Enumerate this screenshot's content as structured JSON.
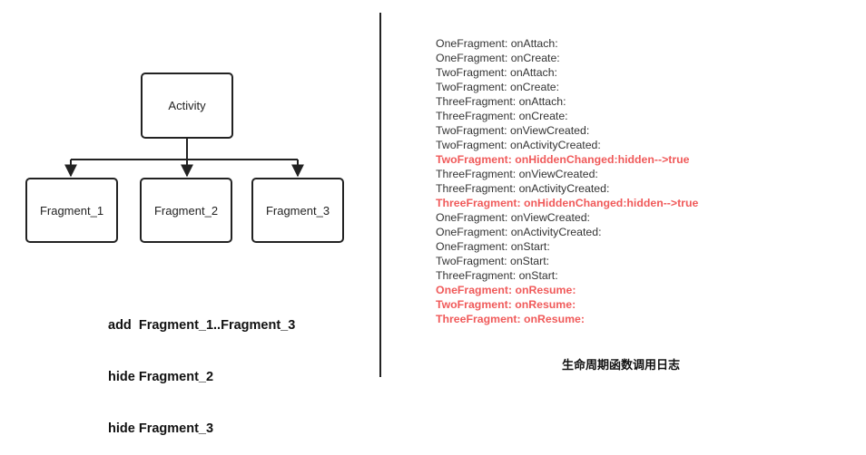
{
  "diagram": {
    "root": {
      "label": "Activity"
    },
    "children": [
      {
        "label": "Fragment_1"
      },
      {
        "label": "Fragment_2"
      },
      {
        "label": "Fragment_3"
      }
    ]
  },
  "notes": [
    "add  Fragment_1..Fragment_3",
    "hide Fragment_2",
    "hide Fragment_3"
  ],
  "log": {
    "highlight_color": "#f05a5a",
    "lines": [
      {
        "text": "OneFragment: onAttach:",
        "highlight": false
      },
      {
        "text": "OneFragment: onCreate:",
        "highlight": false
      },
      {
        "text": "TwoFragment: onAttach:",
        "highlight": false
      },
      {
        "text": "TwoFragment: onCreate:",
        "highlight": false
      },
      {
        "text": "ThreeFragment: onAttach:",
        "highlight": false
      },
      {
        "text": "ThreeFragment: onCreate:",
        "highlight": false
      },
      {
        "text": "TwoFragment: onViewCreated:",
        "highlight": false
      },
      {
        "text": "TwoFragment: onActivityCreated:",
        "highlight": false
      },
      {
        "text": "TwoFragment: onHiddenChanged:hidden-->true",
        "highlight": true
      },
      {
        "text": "ThreeFragment: onViewCreated:",
        "highlight": false
      },
      {
        "text": "ThreeFragment: onActivityCreated:",
        "highlight": false
      },
      {
        "text": "ThreeFragment: onHiddenChanged:hidden-->true",
        "highlight": true
      },
      {
        "text": "OneFragment: onViewCreated:",
        "highlight": false
      },
      {
        "text": "OneFragment: onActivityCreated:",
        "highlight": false
      },
      {
        "text": "OneFragment: onStart:",
        "highlight": false
      },
      {
        "text": "TwoFragment: onStart:",
        "highlight": false
      },
      {
        "text": "ThreeFragment: onStart:",
        "highlight": false
      },
      {
        "text": "OneFragment: onResume:",
        "highlight": true
      },
      {
        "text": "TwoFragment: onResume:",
        "highlight": true
      },
      {
        "text": "ThreeFragment: onResume:",
        "highlight": true
      }
    ],
    "caption": "生命周期函数调用日志"
  }
}
